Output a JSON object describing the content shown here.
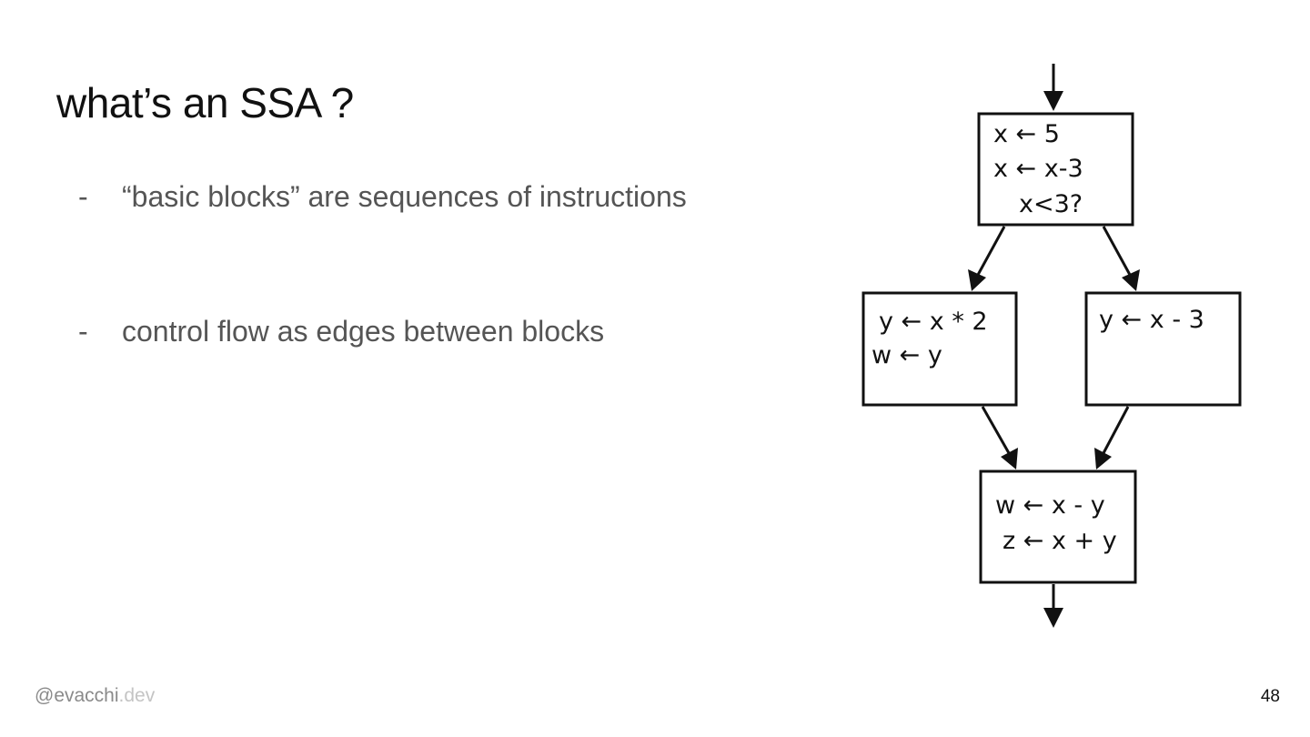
{
  "slide": {
    "title": "what’s an SSA ?",
    "bullets": [
      {
        "marker": "-",
        "text": "“basic blocks” are sequences of instructions"
      },
      {
        "marker": "-",
        "text": "control flow as edges between blocks"
      }
    ],
    "footer": {
      "handle": "@evacchi",
      "tld": ".dev"
    },
    "page_number": "48"
  },
  "diagram": {
    "blocks": [
      {
        "id": "entry",
        "lines": [
          "x ← 5",
          "x ← x-3",
          "x<3?"
        ]
      },
      {
        "id": "left",
        "lines": [
          "y ← x * 2",
          "w ← y"
        ]
      },
      {
        "id": "right",
        "lines": [
          "y ← x - 3"
        ]
      },
      {
        "id": "join",
        "lines": [
          "w ← x - y",
          "z ← x + y"
        ]
      }
    ],
    "edges": [
      {
        "from": "start",
        "to": "entry"
      },
      {
        "from": "entry",
        "to": "left"
      },
      {
        "from": "entry",
        "to": "right"
      },
      {
        "from": "left",
        "to": "join"
      },
      {
        "from": "right",
        "to": "join"
      },
      {
        "from": "join",
        "to": "exit"
      }
    ]
  }
}
